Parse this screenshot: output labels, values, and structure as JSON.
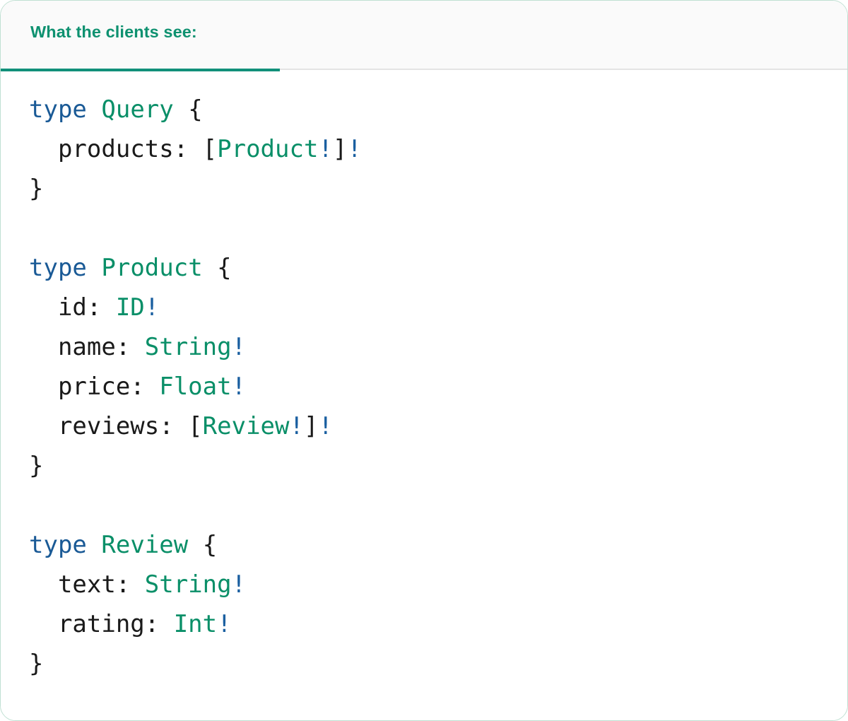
{
  "card": {
    "border_color": "#bfe0d2",
    "background": "#ffffff"
  },
  "header": {
    "background": "#fafafa",
    "active_tab_label": "What the clients see:",
    "active_tab_color": "#0e9170",
    "underline_color": "#11907a",
    "divider_color": "#e4e4e4"
  },
  "theme": {
    "keyword_color": "#1a5a96",
    "type_color": "#0a8f68",
    "bang_color": "#1a5fa0",
    "punctuation_color": "#1a1a1a"
  },
  "code": {
    "language": "graphql",
    "raw_text": "type Query {\n  products: [Product!]!\n}\n\ntype Product {\n  id: ID!\n  name: String!\n  price: Float!\n  reviews: [Review!]!\n}\n\ntype Review {\n  text: String!\n  rating: Int!\n}",
    "lines": [
      {
        "id": "line-1",
        "tokens": [
          {
            "t": "type",
            "k": "keyword"
          },
          {
            "t": " ",
            "k": "plain"
          },
          {
            "t": "Query",
            "k": "type"
          },
          {
            "t": " ",
            "k": "plain"
          },
          {
            "t": "{",
            "k": "punct"
          }
        ]
      },
      {
        "id": "line-2",
        "tokens": [
          {
            "t": "  products: ",
            "k": "field"
          },
          {
            "t": "[",
            "k": "punct"
          },
          {
            "t": "Product",
            "k": "type"
          },
          {
            "t": "!",
            "k": "bang"
          },
          {
            "t": "]",
            "k": "punct"
          },
          {
            "t": "!",
            "k": "bang"
          }
        ]
      },
      {
        "id": "line-3",
        "tokens": [
          {
            "t": "}",
            "k": "punct"
          }
        ]
      },
      {
        "id": "line-4",
        "tokens": []
      },
      {
        "id": "line-5",
        "tokens": [
          {
            "t": "type",
            "k": "keyword"
          },
          {
            "t": " ",
            "k": "plain"
          },
          {
            "t": "Product",
            "k": "type"
          },
          {
            "t": " ",
            "k": "plain"
          },
          {
            "t": "{",
            "k": "punct"
          }
        ]
      },
      {
        "id": "line-6",
        "tokens": [
          {
            "t": "  id: ",
            "k": "field"
          },
          {
            "t": "ID",
            "k": "type"
          },
          {
            "t": "!",
            "k": "bang"
          }
        ]
      },
      {
        "id": "line-7",
        "tokens": [
          {
            "t": "  name: ",
            "k": "field"
          },
          {
            "t": "String",
            "k": "type"
          },
          {
            "t": "!",
            "k": "bang"
          }
        ]
      },
      {
        "id": "line-8",
        "tokens": [
          {
            "t": "  price: ",
            "k": "field"
          },
          {
            "t": "Float",
            "k": "type"
          },
          {
            "t": "!",
            "k": "bang"
          }
        ]
      },
      {
        "id": "line-9",
        "tokens": [
          {
            "t": "  reviews: ",
            "k": "field"
          },
          {
            "t": "[",
            "k": "punct"
          },
          {
            "t": "Review",
            "k": "type"
          },
          {
            "t": "!",
            "k": "bang"
          },
          {
            "t": "]",
            "k": "punct"
          },
          {
            "t": "!",
            "k": "bang"
          }
        ]
      },
      {
        "id": "line-10",
        "tokens": [
          {
            "t": "}",
            "k": "punct"
          }
        ]
      },
      {
        "id": "line-11",
        "tokens": []
      },
      {
        "id": "line-12",
        "tokens": [
          {
            "t": "type",
            "k": "keyword"
          },
          {
            "t": " ",
            "k": "plain"
          },
          {
            "t": "Review",
            "k": "type"
          },
          {
            "t": " ",
            "k": "plain"
          },
          {
            "t": "{",
            "k": "punct"
          }
        ]
      },
      {
        "id": "line-13",
        "tokens": [
          {
            "t": "  text: ",
            "k": "field"
          },
          {
            "t": "String",
            "k": "type"
          },
          {
            "t": "!",
            "k": "bang"
          }
        ]
      },
      {
        "id": "line-14",
        "tokens": [
          {
            "t": "  rating: ",
            "k": "field"
          },
          {
            "t": "Int",
            "k": "type"
          },
          {
            "t": "!",
            "k": "bang"
          }
        ]
      },
      {
        "id": "line-15",
        "tokens": [
          {
            "t": "}",
            "k": "punct"
          }
        ]
      }
    ]
  }
}
